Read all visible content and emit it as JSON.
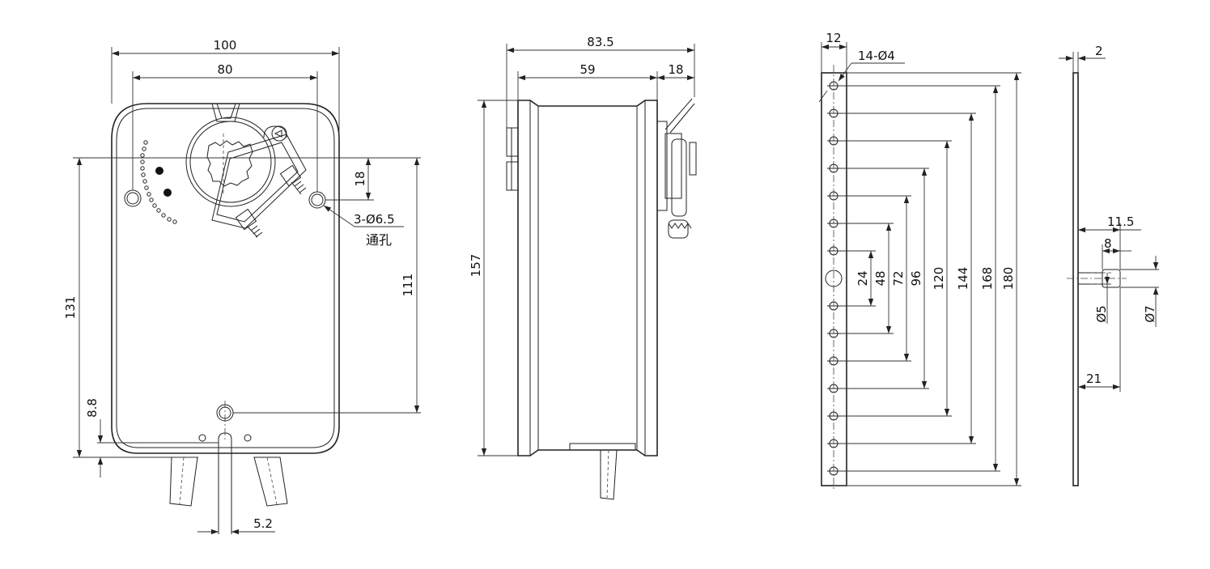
{
  "front_view": {
    "width_overall": "100",
    "hole_spacing": "80",
    "height_to_top_holes": "131",
    "height_between_holes": "111",
    "hole_offset": "18",
    "bottom_offset": "8.8",
    "slot_width": "5.2",
    "hole_callout": "3-Ø6.5",
    "hole_note": "通孔"
  },
  "side_view": {
    "depth_overall": "83.5",
    "body_depth": "59",
    "clamp_depth": "18",
    "height": "157"
  },
  "bracket_view": {
    "width": "12",
    "hole_callout": "14-Ø4",
    "hole_spacings": [
      "24",
      "48",
      "72",
      "96",
      "120",
      "144",
      "168",
      "180"
    ]
  },
  "pin_view": {
    "thickness": "2",
    "pin_length": "11.5",
    "shoulder_length": "8",
    "small_diameter": "Ø5",
    "large_diameter": "Ø7",
    "offset": "21"
  }
}
